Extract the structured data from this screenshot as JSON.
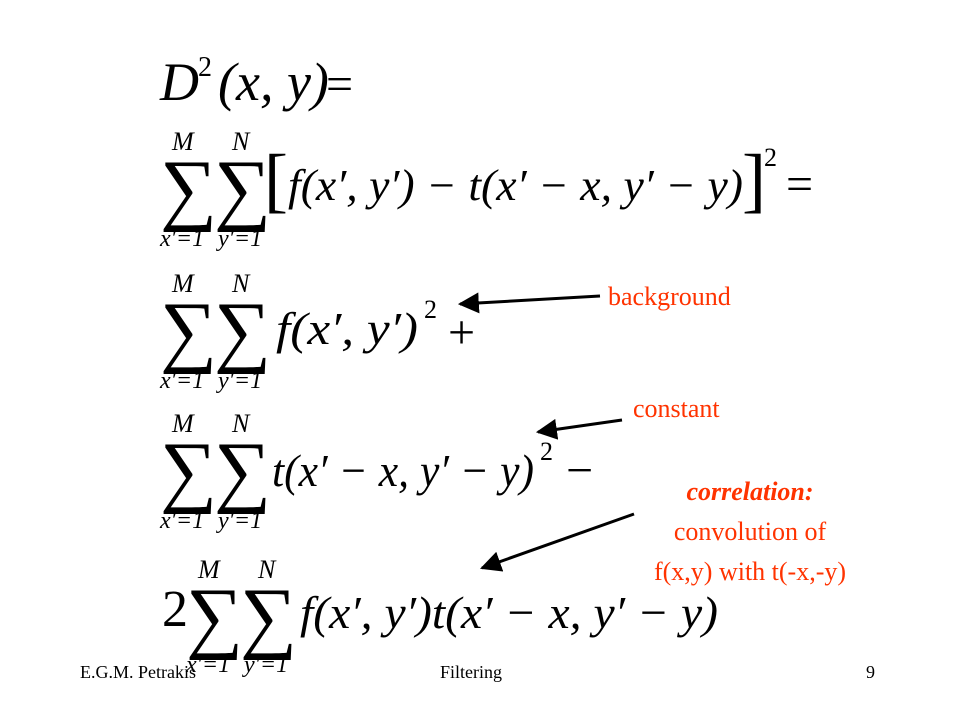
{
  "equations": {
    "line1": {
      "lhs": "D",
      "sup": "2",
      "args": "(x, y)",
      "op": "="
    },
    "sum": {
      "upper_outer": "M",
      "upper_inner": "N",
      "lower_outer": "x′=1",
      "lower_inner": "y′=1",
      "symbol": "∑"
    },
    "line2": {
      "open": "[",
      "body": "f(x′, y′) − t(x′ − x, y′ − y)",
      "close": "]",
      "sup": "2",
      "op": "="
    },
    "line3": {
      "body": "f(x′, y′)",
      "sup": "2",
      "op": "+"
    },
    "line4": {
      "body": "t(x′ − x, y′ − y)",
      "sup": "2",
      "op": "−"
    },
    "line5": {
      "coef": "2",
      "body": "f(x′, y′)t(x′ − x, y′ − y)"
    }
  },
  "annotations": {
    "background": "background",
    "constant": "constant",
    "correlation_title": "correlation:",
    "correlation_line1": "convolution of",
    "correlation_line2": "f(x,y) with t(-x,-y)"
  },
  "footer": {
    "author": "E.G.M. Petrakis",
    "title": "Filtering",
    "page": "9"
  },
  "colors": {
    "annotation": "#ff3300",
    "text": "#000000"
  }
}
